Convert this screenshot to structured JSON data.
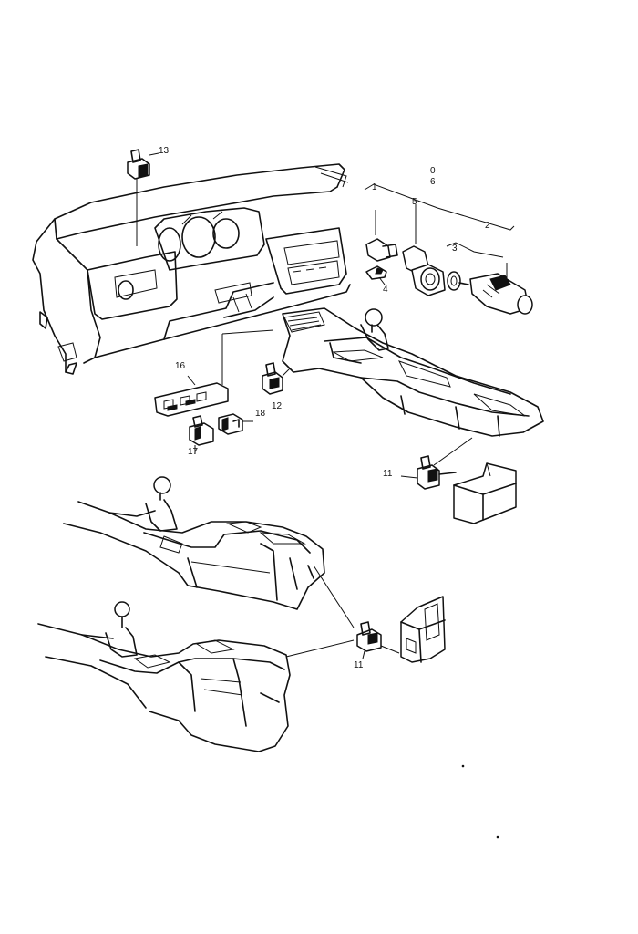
{
  "callouts": {
    "c13": "13",
    "c0": "0",
    "c6": "6",
    "c1": "1",
    "c5": "5",
    "c2": "2",
    "c3": "3",
    "c4": "4",
    "c16": "16",
    "c12": "12",
    "c18": "18",
    "c17": "17",
    "c11a": "11",
    "c11b": "11"
  }
}
